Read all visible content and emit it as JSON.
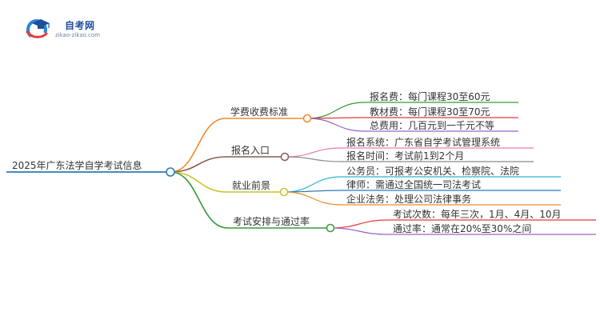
{
  "logo": {
    "name": "自考网",
    "domain": "zikao-zikao.com"
  },
  "root": {
    "label": "2025年广东法学自学考试信息",
    "color": "#2f78b7"
  },
  "branches": [
    {
      "label": "学费收费标准",
      "color": "#f08a2c",
      "leaves": [
        {
          "label": "报名费：每门课程30至60元",
          "color": "#3a9a3a"
        },
        {
          "label": "教材费：每门课程30至70元",
          "color": "#e23b3b"
        },
        {
          "label": "总费用：几百元到一千元不等",
          "color": "#9a63c6"
        }
      ]
    },
    {
      "label": "报名入口",
      "color": "#8a5a4a",
      "leaves": [
        {
          "label": "报名系统：广东省自学考试管理系统",
          "color": "#f07ab5"
        },
        {
          "label": "报名时间：考试前1到2个月",
          "color": "#8a8a8a"
        }
      ]
    },
    {
      "label": "就业前景",
      "color": "#c9c330",
      "leaves": [
        {
          "label": "公务员：可报考公安机关、检察院、法院",
          "color": "#27b8c9"
        },
        {
          "label": "律师：需通过全国统一司法考试",
          "color": "#2f78b7"
        },
        {
          "label": "企业法务：处理公司法律事务",
          "color": "#f08a2c"
        }
      ]
    },
    {
      "label": "考试安排与通过率",
      "color": "#3a9a3a",
      "leaves": [
        {
          "label": "考试次数：每年三次，1月、4月、10月",
          "color": "#e23b3b"
        },
        {
          "label": "通过率：通常在20%至30%之间",
          "color": "#9a63c6"
        }
      ]
    }
  ]
}
